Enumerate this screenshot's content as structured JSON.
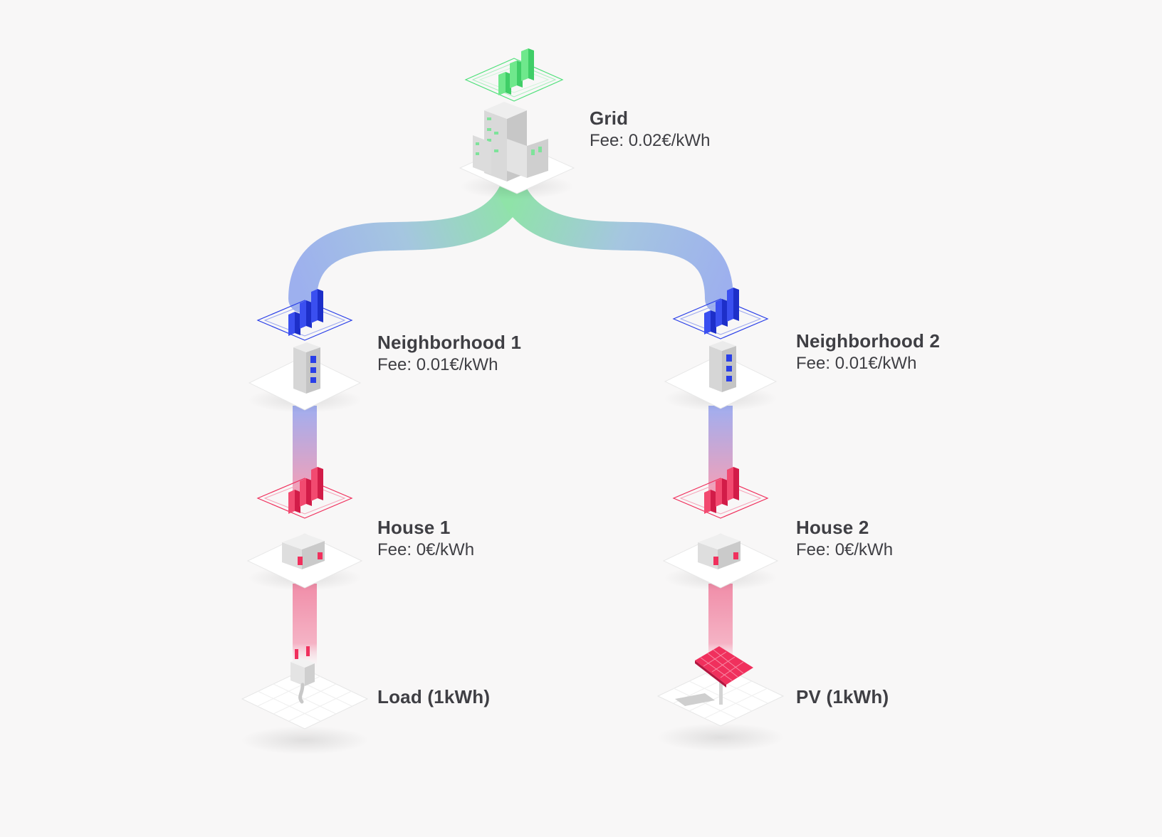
{
  "nodes": {
    "grid": {
      "name": "Grid",
      "fee": "Fee: 0.02€/kWh"
    },
    "n1": {
      "name": "Neighborhood 1",
      "fee": "Fee: 0.01€/kWh"
    },
    "n2": {
      "name": "Neighborhood 2",
      "fee": "Fee: 0.01€/kWh"
    },
    "h1": {
      "name": "House 1",
      "fee": "Fee: 0€/kWh"
    },
    "h2": {
      "name": "House 2",
      "fee": "Fee: 0€/kWh"
    },
    "load": {
      "name": "Load (1kWh)"
    },
    "pv": {
      "name": "PV (1kWh)"
    }
  },
  "colors": {
    "grid": "#4fe07a",
    "neighborhood": "#2a3fe8",
    "house": "#f0305d",
    "background": "#f8f7f7",
    "text": "#3f3f44"
  },
  "icons": {
    "grid": "city-buildings-icon",
    "neighborhood": "tower-building-icon",
    "house": "house-icon",
    "load": "power-plug-icon",
    "pv": "solar-panel-icon"
  }
}
